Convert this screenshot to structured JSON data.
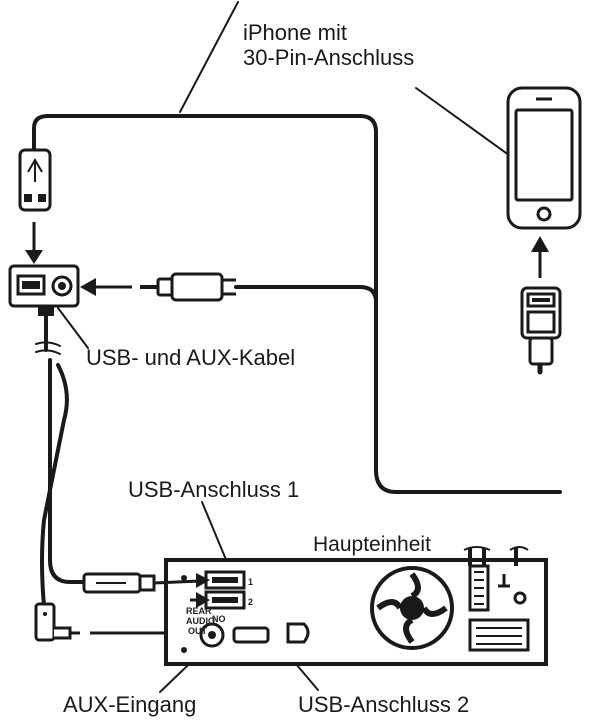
{
  "labels": {
    "iphone_line1": "iPhone mit",
    "iphone_line2": "30-Pin-Anschluss",
    "usb_aux_cable": "USB- und AUX-Kabel",
    "usb_port_1": "USB-Anschluss 1",
    "main_unit": "Haupteinheit",
    "aux_input": "AUX-Eingang",
    "usb_port_2": "USB-Anschluss 2"
  },
  "panel_text": {
    "rear_line1": "REAR",
    "rear_line2": "AUDIO",
    "rear_line3": "OUT",
    "port1_mark": "1",
    "port2_mark": "2",
    "no_mark": "NO"
  }
}
